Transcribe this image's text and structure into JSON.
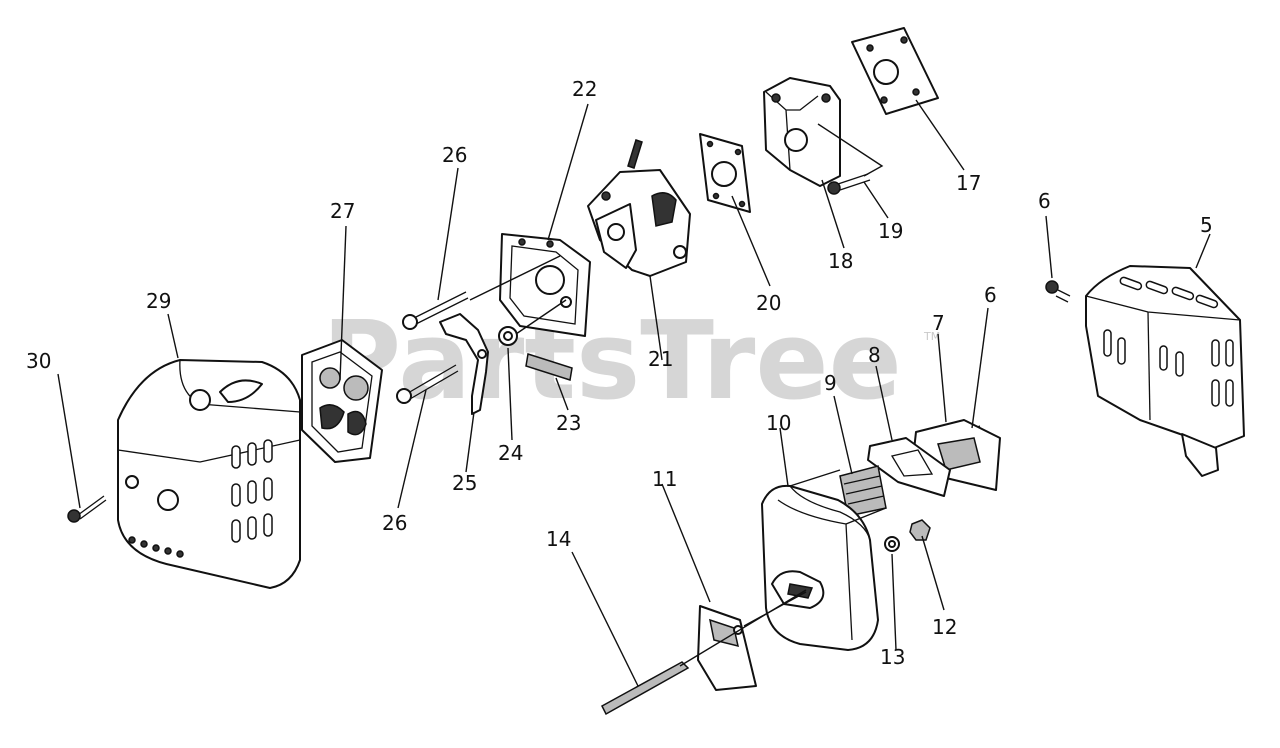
{
  "watermark": {
    "text": "PartsTree",
    "trademark": "TM"
  },
  "labels": {
    "p5": "5",
    "p6a": "6",
    "p6b": "6",
    "p7": "7",
    "p8": "8",
    "p9": "9",
    "p10": "10",
    "p11": "11",
    "p12": "12",
    "p13": "13",
    "p14": "14",
    "p17": "17",
    "p18": "18",
    "p19": "19",
    "p20": "20",
    "p21": "21",
    "p22": "22",
    "p23": "23",
    "p24": "24",
    "p25": "25",
    "p26a": "26",
    "p26b": "26",
    "p27": "27",
    "p29": "29",
    "p30": "30"
  }
}
